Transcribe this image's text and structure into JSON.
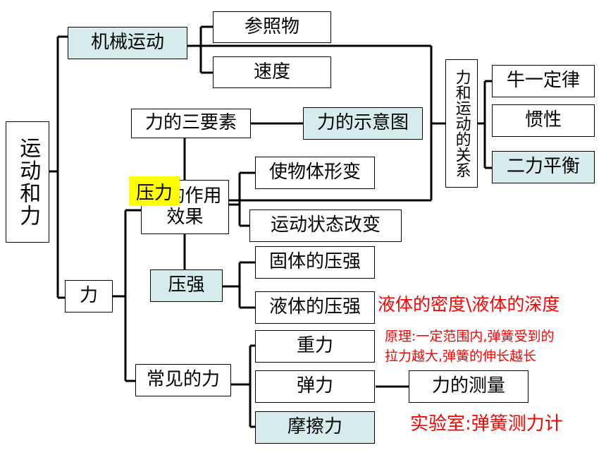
{
  "root": "运动和力",
  "mechanical_motion": {
    "label": "机械运动",
    "children": [
      "参照物",
      "速度"
    ]
  },
  "force_motion_relation": {
    "label": "力和运动的关系",
    "children": [
      "牛一定律",
      "惯性",
      "二力平衡"
    ]
  },
  "force": {
    "label": "力",
    "three_elements": "力的三要素",
    "diagram": "力的示意图",
    "effect": "力的作用效果",
    "effect_highlight": "压力",
    "effect_children": [
      "使物体形变",
      "运动状态改变"
    ],
    "pressure": {
      "label": "压强",
      "children": [
        "固体的压强",
        "液体的压强"
      ]
    },
    "common": {
      "label": "常见的力",
      "children": [
        "重力",
        "弹力",
        "摩擦力"
      ]
    },
    "measurement": "力的测量"
  },
  "notes": {
    "liquid": "液体的密度\\液体的深度",
    "principle_line1": "原理:一定范围内,弹簧受到的",
    "principle_line2": "拉力越大,弹簧的伸长越长",
    "lab": "实验室:弹簧测力计"
  },
  "colors": {
    "teal_fill": "#d6ecec",
    "highlight": "#ffff00",
    "note_red": "#ff0000"
  }
}
